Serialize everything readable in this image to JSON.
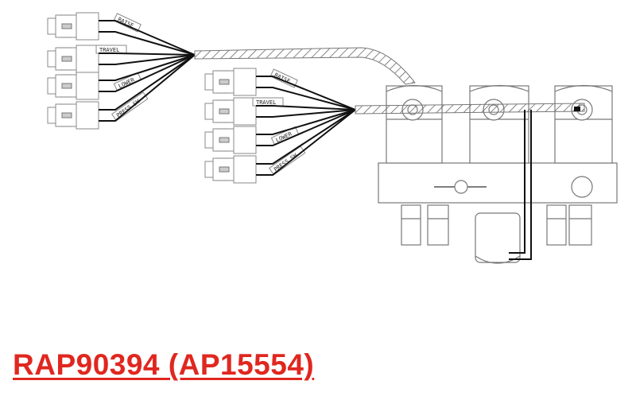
{
  "title": "RAP90394 (AP15554)",
  "harness_labels": [
    "RAISE",
    "TRAVEL",
    "LOWER",
    "PRESS SW"
  ],
  "colors": {
    "title": "#e0271f",
    "line": "#111111",
    "outline": "#888888"
  }
}
